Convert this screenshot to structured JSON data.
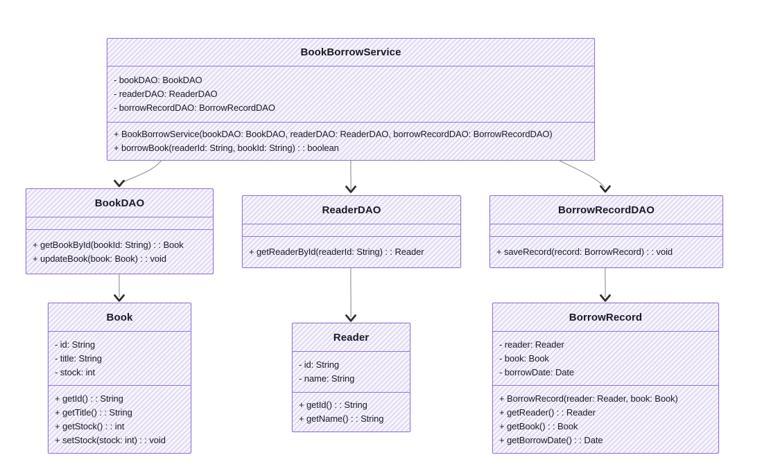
{
  "diagram": {
    "kind": "uml-class-diagram",
    "classes": [
      {
        "name": "BookBorrowService",
        "attributes": [
          "- bookDAO: BookDAO",
          "- readerDAO: ReaderDAO",
          "- borrowRecordDAO: BorrowRecordDAO"
        ],
        "methods": [
          "+ BookBorrowService(bookDAO: BookDAO, readerDAO: ReaderDAO, borrowRecordDAO: BorrowRecordDAO)",
          "+ borrowBook(readerId: String, bookId: String) : : boolean"
        ]
      },
      {
        "name": "BookDAO",
        "attributes": [],
        "methods": [
          "+ getBookById(bookId: String) : : Book",
          "+ updateBook(book: Book) : : void"
        ]
      },
      {
        "name": "ReaderDAO",
        "attributes": [],
        "methods": [
          "+ getReaderById(readerId: String) : : Reader"
        ]
      },
      {
        "name": "BorrowRecordDAO",
        "attributes": [],
        "methods": [
          "+ saveRecord(record: BorrowRecord) : : void"
        ]
      },
      {
        "name": "Book",
        "attributes": [
          "- id: String",
          "- title: String",
          "- stock: int"
        ],
        "methods": [
          "+ getId() : : String",
          "+ getTitle() : : String",
          "+ getStock() : : int",
          "+ setStock(stock: int) : : void"
        ]
      },
      {
        "name": "Reader",
        "attributes": [
          "- id: String",
          "- name: String"
        ],
        "methods": [
          "+ getId() : : String",
          "+ getName() : : String"
        ]
      },
      {
        "name": "BorrowRecord",
        "attributes": [
          "- reader: Reader",
          "- book: Book",
          "- borrowDate: Date"
        ],
        "methods": [
          "+ BorrowRecord(reader: Reader, book: Book)",
          "+ getReader() : : Reader",
          "+ getBook() : : Book",
          "+ getBorrowDate() : : Date"
        ]
      }
    ],
    "relations": [
      {
        "from": "BookBorrowService",
        "to": "BookDAO"
      },
      {
        "from": "BookBorrowService",
        "to": "ReaderDAO"
      },
      {
        "from": "BookBorrowService",
        "to": "BorrowRecordDAO"
      },
      {
        "from": "BookDAO",
        "to": "Book"
      },
      {
        "from": "ReaderDAO",
        "to": "Reader"
      },
      {
        "from": "BorrowRecordDAO",
        "to": "BorrowRecord"
      }
    ],
    "colors": {
      "class-border": "#9473d3",
      "class-fill": "#f6f4fc",
      "hatch": "rgba(150,125,215,0.30)",
      "text": "#1a1a24",
      "edge-line": "#9e9e9e",
      "arrowhead": "#2e2e2e"
    }
  }
}
